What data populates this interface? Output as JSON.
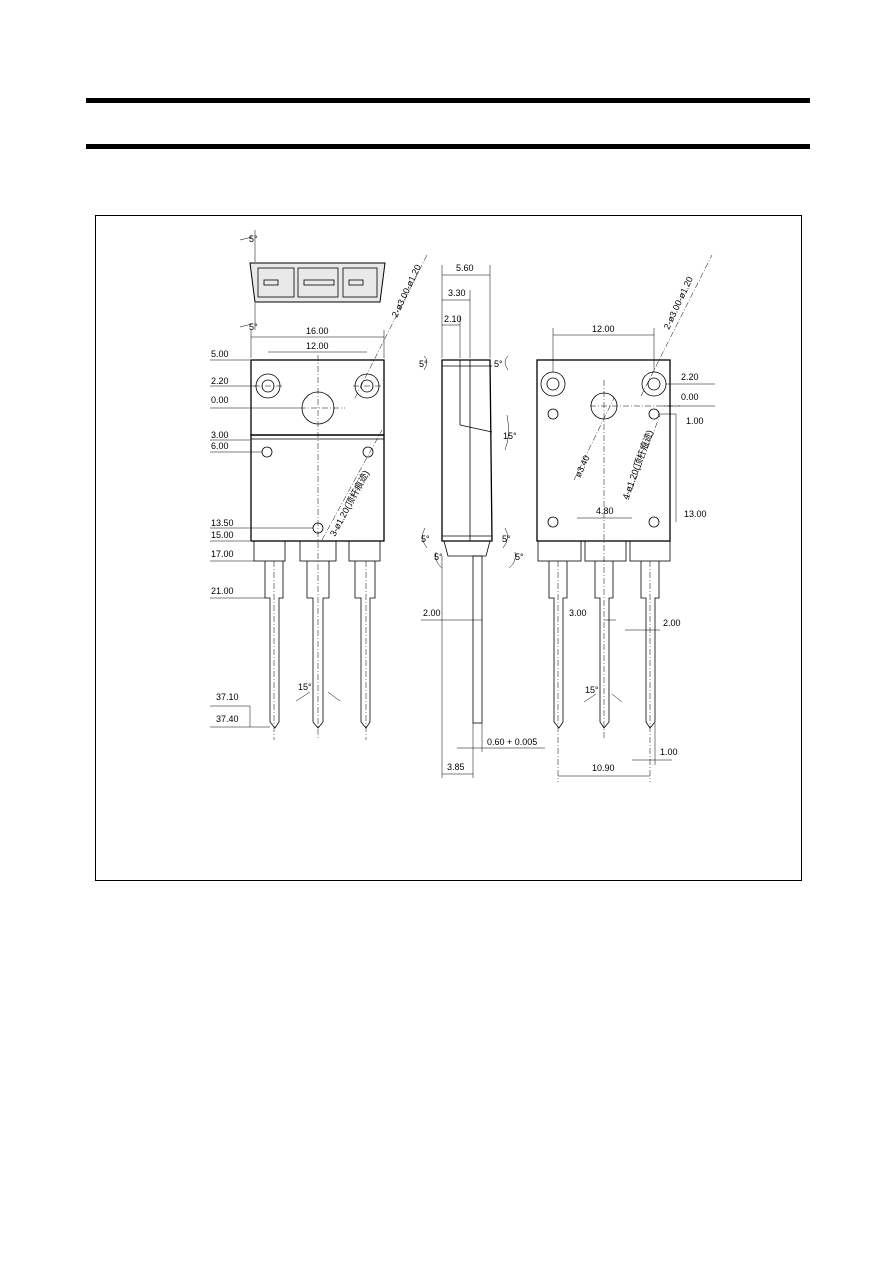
{
  "drawing": {
    "top_view": {
      "angle_labels": [
        "5°",
        "5°"
      ]
    },
    "front_view": {
      "width_labels": [
        "16.00",
        "12.00"
      ],
      "left_dims": [
        "5.00",
        "2.20",
        "0.00",
        "3.00",
        "6.00",
        "13.50",
        "15.00",
        "17.00",
        "21.00",
        "37.10",
        "37.40"
      ],
      "hole_callout_top": "2-ø3.00-ø1.20",
      "hole_callout_body": "3-ø1.20(顶杆痕迹)",
      "lead_angle": "15°"
    },
    "side_view": {
      "top_dims": [
        "5.60",
        "3.30",
        "2.10"
      ],
      "angle_labels": [
        "5°",
        "5°",
        "15°",
        "5°",
        "5°",
        "5°",
        "5°"
      ],
      "lead_width": "2.00",
      "lead_thickness": "0.60 + 0.005",
      "bottom_dim": "3.85"
    },
    "back_view": {
      "width_label": "12.00",
      "hole_callout_top": "2-ø3.00-ø1.20",
      "right_dims": [
        "2.20",
        "0.00",
        "1.00",
        "13.00"
      ],
      "center_hole": "ø3.40",
      "pin_callout": "4-ø1.20(顶杆痕迹)",
      "pitch": "4.80",
      "lead_dims": [
        "3.00",
        "2.00"
      ],
      "lead_angle": "15°",
      "bottom_dims": [
        "10.90",
        "1.00"
      ]
    }
  }
}
